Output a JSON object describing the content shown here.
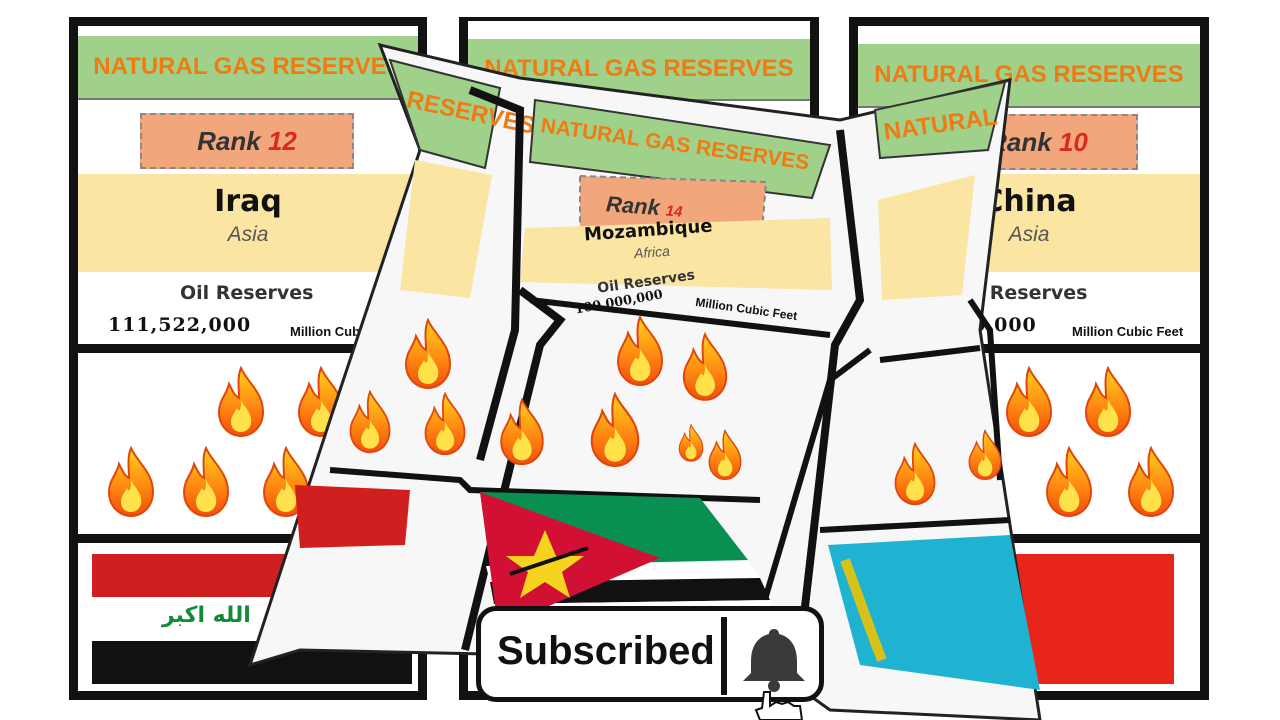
{
  "cards": [
    {
      "header": "NATURAL GAS RESERVES",
      "rank_label": "Rank",
      "rank_number": "12",
      "country": "Iraq",
      "continent": "Asia",
      "oil_label": "Oil Reserves",
      "oil_value": "111,522,000",
      "oil_unit": "Million Cubic Feet",
      "flag_text": "الله اكبر"
    },
    {
      "header": "NATURAL GAS RESERVES",
      "rank_label": "Rank",
      "rank_number": "14",
      "country": "Mozambique",
      "continent": "Africa",
      "oil_label": "Oil Reserves",
      "oil_value": "100,000,000",
      "oil_unit": "Million Cubic Feet"
    },
    {
      "header": "NATURAL GAS RESERVES",
      "rank_label": "Rank",
      "rank_number": "10",
      "country": "China",
      "continent": "Asia",
      "oil_label": "Oil Reserves",
      "oil_value": "5,000,000",
      "oil_unit": "Million Cubic Feet"
    }
  ],
  "subscribe": {
    "label": "Subscribed",
    "icon": "bell-icon"
  },
  "colors": {
    "header_bg": "#9fd18b",
    "header_text": "#f07b12",
    "rank_bg": "#f2a67c",
    "rank_number": "#d92a1c",
    "country_band": "#fbe5a3",
    "frame": "#111111"
  }
}
